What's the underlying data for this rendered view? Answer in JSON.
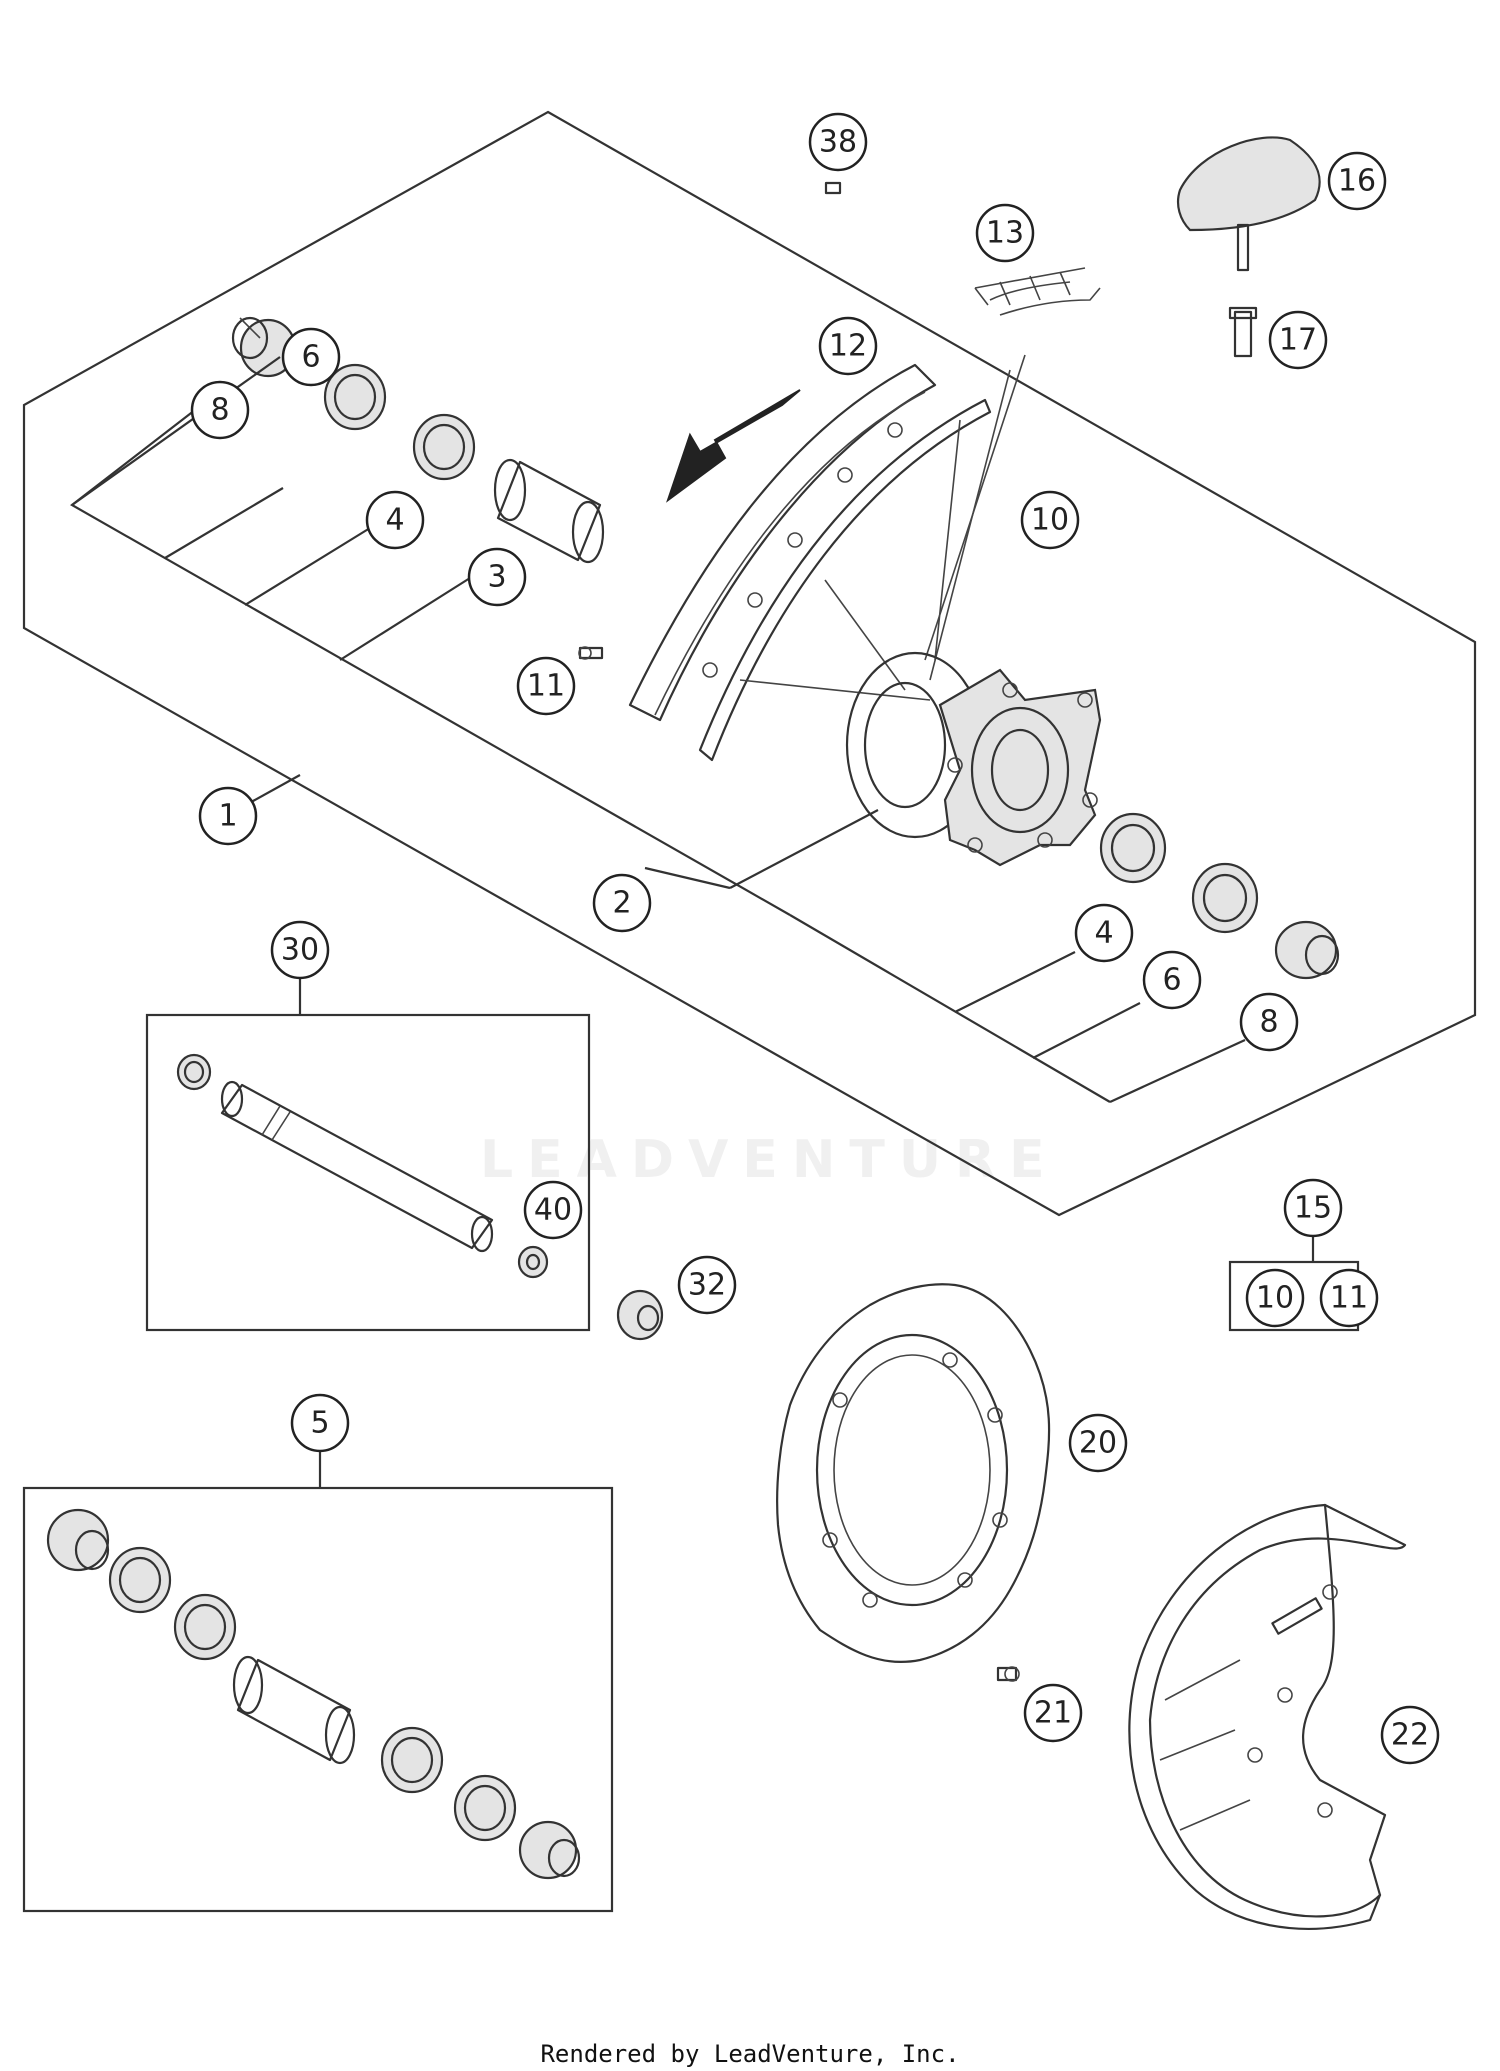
{
  "callouts": {
    "c1": "1",
    "c2": "2",
    "c3": "3",
    "c4a": "4",
    "c4b": "4",
    "c5": "5",
    "c6a": "6",
    "c6b": "6",
    "c8a": "8",
    "c8b": "8",
    "c10a": "10",
    "c10b": "10",
    "c11a": "11",
    "c11b": "11",
    "c12": "12",
    "c13": "13",
    "c15": "15",
    "c16": "16",
    "c17": "17",
    "c20": "20",
    "c21": "21",
    "c22": "22",
    "c30": "30",
    "c32": "32",
    "c38": "38",
    "c40": "40"
  },
  "watermark": "LEADVENTURE",
  "footer": "Rendered by LeadVenture, Inc."
}
